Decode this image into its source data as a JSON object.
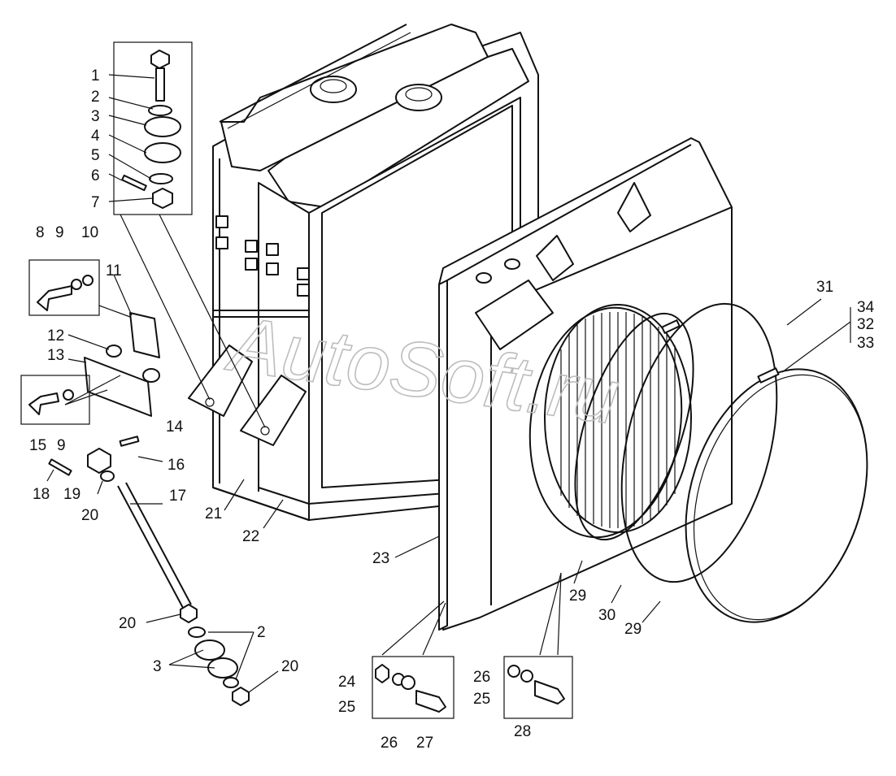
{
  "watermark": "AutoSoft.ru",
  "callouts": [
    {
      "id": "c1",
      "text": "1"
    },
    {
      "id": "c2",
      "text": "2"
    },
    {
      "id": "c3",
      "text": "3"
    },
    {
      "id": "c4",
      "text": "4"
    },
    {
      "id": "c5",
      "text": "5"
    },
    {
      "id": "c6",
      "text": "6"
    },
    {
      "id": "c7",
      "text": "7"
    },
    {
      "id": "c8",
      "text": "8"
    },
    {
      "id": "c9a",
      "text": "9"
    },
    {
      "id": "c10",
      "text": "10"
    },
    {
      "id": "c11",
      "text": "11"
    },
    {
      "id": "c12",
      "text": "12"
    },
    {
      "id": "c13",
      "text": "13"
    },
    {
      "id": "c14",
      "text": "14"
    },
    {
      "id": "c15",
      "text": "15"
    },
    {
      "id": "c9b",
      "text": "9"
    },
    {
      "id": "c16",
      "text": "16"
    },
    {
      "id": "c17",
      "text": "17"
    },
    {
      "id": "c18",
      "text": "18"
    },
    {
      "id": "c19",
      "text": "19"
    },
    {
      "id": "c20a",
      "text": "20"
    },
    {
      "id": "c21",
      "text": "21"
    },
    {
      "id": "c22",
      "text": "22"
    },
    {
      "id": "c23",
      "text": "23"
    },
    {
      "id": "c20b",
      "text": "20"
    },
    {
      "id": "c2b",
      "text": "2"
    },
    {
      "id": "c3b",
      "text": "3"
    },
    {
      "id": "c20c",
      "text": "20"
    },
    {
      "id": "c24",
      "text": "24"
    },
    {
      "id": "c25a",
      "text": "25"
    },
    {
      "id": "c26a",
      "text": "26"
    },
    {
      "id": "c27",
      "text": "27"
    },
    {
      "id": "c26b",
      "text": "26"
    },
    {
      "id": "c25b",
      "text": "25"
    },
    {
      "id": "c28",
      "text": "28"
    },
    {
      "id": "c29a",
      "text": "29"
    },
    {
      "id": "c30",
      "text": "30"
    },
    {
      "id": "c29b",
      "text": "29"
    },
    {
      "id": "c31",
      "text": "31"
    },
    {
      "id": "c34",
      "text": "34"
    },
    {
      "id": "c32",
      "text": "32"
    },
    {
      "id": "c33",
      "text": "33"
    }
  ]
}
